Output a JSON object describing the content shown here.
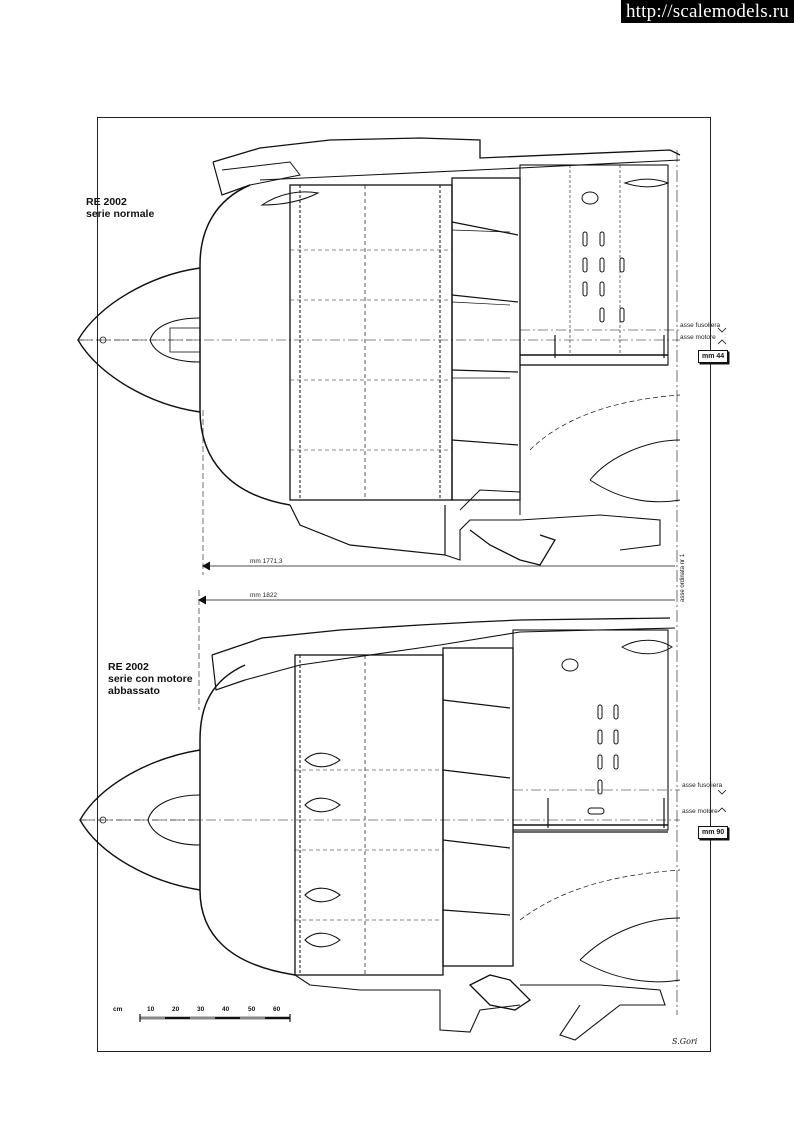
{
  "watermark": "http://scalemodels.ru",
  "top_view": {
    "title": "RE 2002",
    "subtitle": "serie normale",
    "axis_fuselage": "asse fusoliera",
    "axis_engine": "asse motore",
    "offset_box": "mm 44",
    "dimension": "mm  1771,3"
  },
  "bottom_view": {
    "title": "RE 2002",
    "subtitle_line1": "serie con motore",
    "subtitle_line2": "abbassato",
    "axis_fuselage": "asse fusoliera",
    "axis_engine": "asse motore",
    "offset_box": "mm 90",
    "dimension": "mm  1822"
  },
  "reference_vertical": "asse ordinata nr 1",
  "scale_bar": {
    "unit": "cm",
    "ticks": [
      "10",
      "20",
      "30",
      "40",
      "50",
      "60"
    ]
  },
  "signature": "S.Gori"
}
